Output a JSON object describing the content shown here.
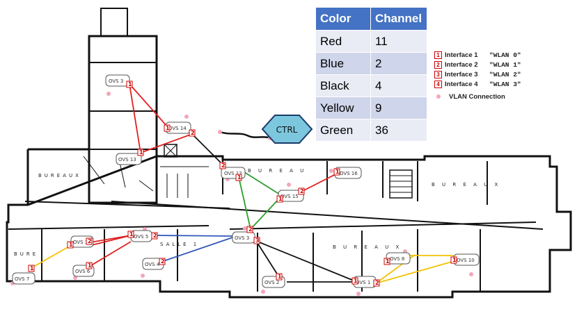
{
  "controller": {
    "label": "CTRL"
  },
  "table": {
    "headers": [
      "Color",
      "Channel"
    ],
    "rows": [
      [
        "Red",
        "11"
      ],
      [
        "Blue",
        "2"
      ],
      [
        "Black",
        "4"
      ],
      [
        "Yellow",
        "9"
      ],
      [
        "Green",
        "36"
      ]
    ]
  },
  "legend": {
    "interfaces": [
      {
        "num": "1",
        "name": "Interface 1",
        "wlan": "\"WLAN 0\""
      },
      {
        "num": "2",
        "name": "Interface 2",
        "wlan": "\"WLAN 1\""
      },
      {
        "num": "3",
        "name": "Interface 3",
        "wlan": "\"WLAN 2\""
      },
      {
        "num": "4",
        "name": "Interface 4",
        "wlan": "\"WLAN 3\""
      }
    ],
    "connection": "VLAN Connection"
  },
  "rooms": {
    "bureaux_left": "BUREAUX",
    "bureau_mid": "B U R E A U",
    "bureaux_right": "B U R E A U X",
    "salle": "SALLE 1",
    "bureaux_bottom_left": "BURE",
    "bureaux_bottom": "B U R E A U X"
  },
  "nodes": {
    "ovs3": "OVS 3",
    "ovs14": "OVS 14",
    "ovs13": "OVS 13",
    "ovs12": "OVS 12",
    "ovs15": "OVS 15",
    "ovs16": "OVS 16",
    "ovs5": "OVS 5",
    "ovs4": "OVS 4",
    "ovs6": "OVS 6",
    "ovs7": "OVS 7",
    "ovs1": "OVS 1",
    "ovs3b": "OVS 3",
    "ovs2": "OVS 2",
    "ovs8": "OVS 8",
    "ovs10": "OVS 10"
  },
  "colors": {
    "red": "#e02020",
    "blue": "#3355bb",
    "black": "#111111",
    "yellow": "#f2c200",
    "green": "#2ca02c",
    "ctrl_fill": "#7cc7de",
    "ctrl_stroke": "#1a3a6a",
    "vlan_dot": "#f4a6b8"
  }
}
